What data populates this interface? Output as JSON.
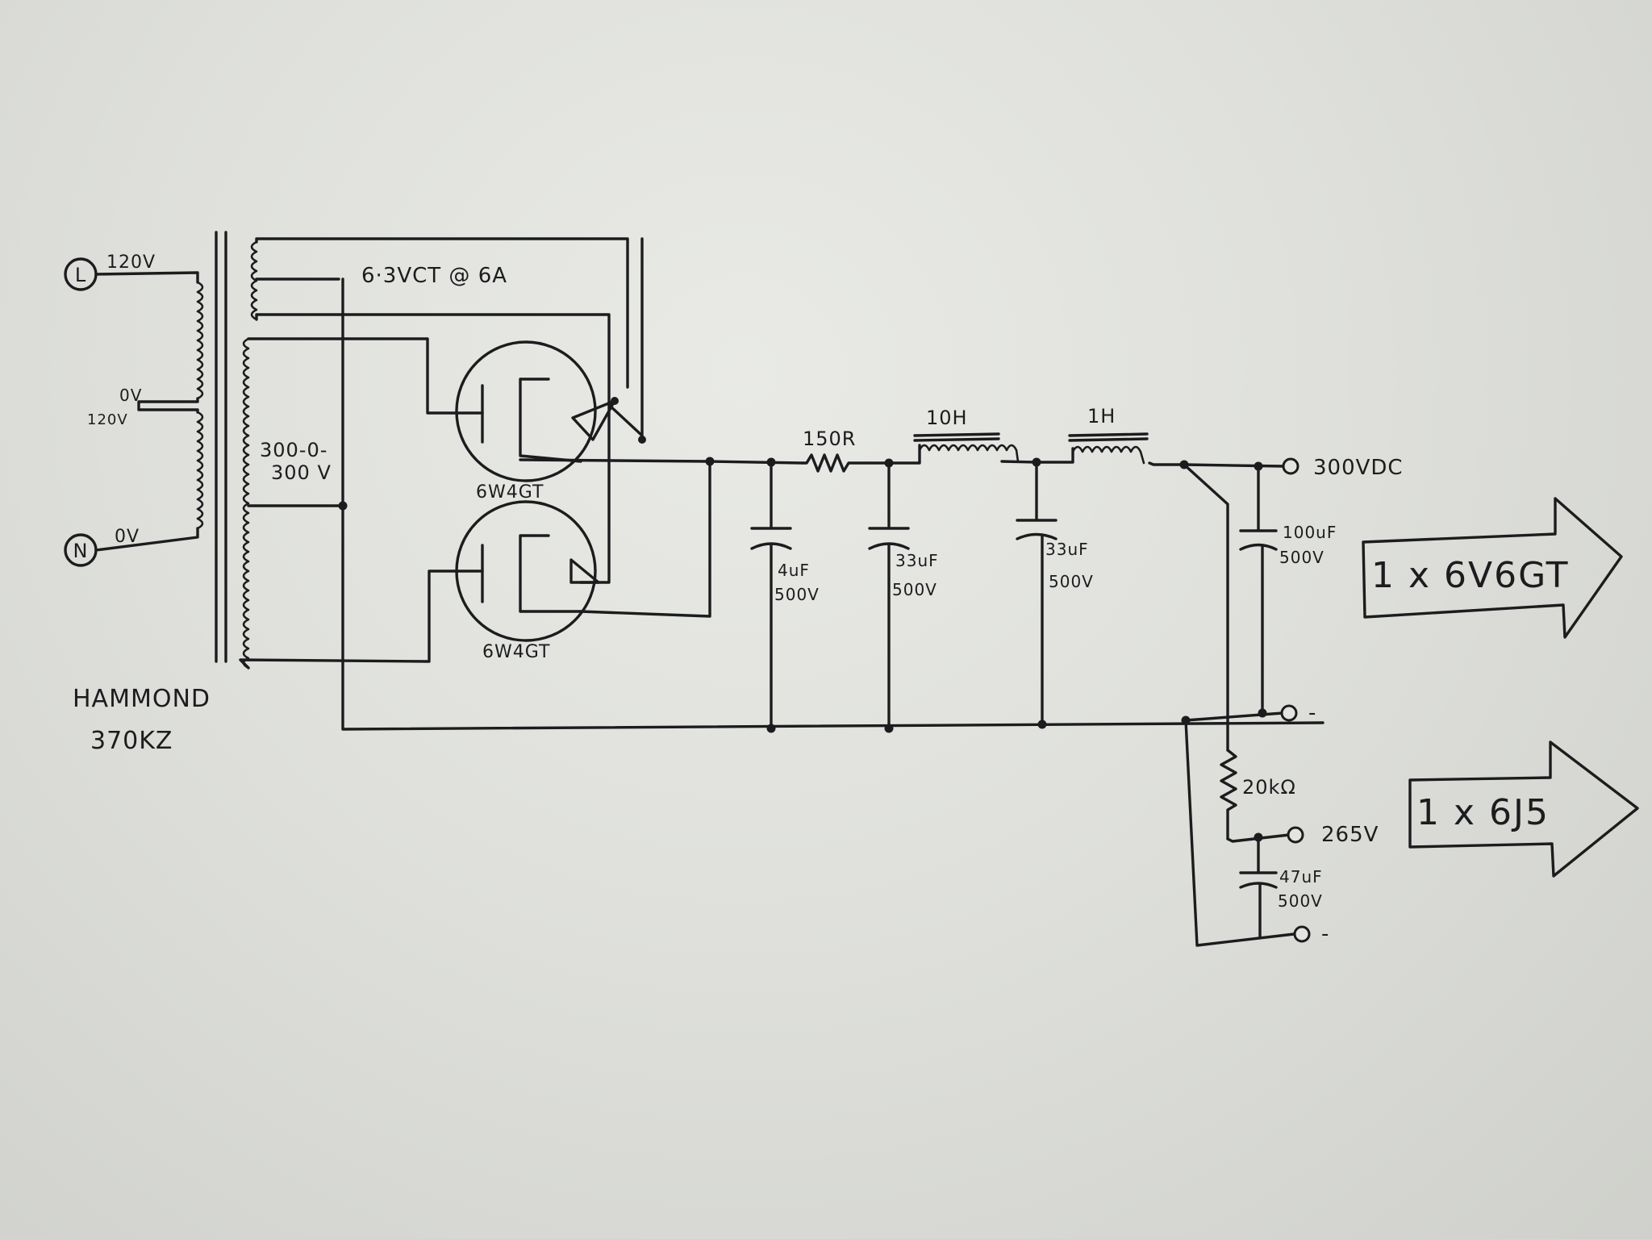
{
  "transformer": {
    "model_line1": "HAMMOND",
    "model_line2": "370KZ",
    "heater_label": "6·3VCT @ 6A",
    "hv_label_line1": "300-0-",
    "hv_label_line2": "300 V"
  },
  "mains": {
    "line_symbol": "L",
    "neutral_symbol": "N",
    "top_winding_label": "120V",
    "tap_label_0v": "0V",
    "tap_label_120v": "120V",
    "bottom_winding_label": "0V"
  },
  "rectifiers": {
    "top_tube": "6W4GT",
    "bottom_tube": "6W4GT"
  },
  "filter": {
    "c1_value": "4uF",
    "c1_voltage": "500V",
    "r1_value": "150R",
    "c2_value": "33uF",
    "c2_voltage": "500V",
    "l1_value": "10H",
    "c3_value": "33uF",
    "c3_voltage": "500V",
    "l2_value": "1H",
    "c4_value": "100uF",
    "c4_voltage": "500V",
    "r2_value": "20kΩ",
    "c5_value": "47uF",
    "c5_voltage": "500V"
  },
  "outputs": {
    "hv_out_label": "300VDC",
    "hv_out_minus": "-",
    "lv_out_label": "265V",
    "lv_out_minus": "-",
    "arrow1_label": "1 x 6V6GT",
    "arrow2_label": "1 x 6J5"
  }
}
